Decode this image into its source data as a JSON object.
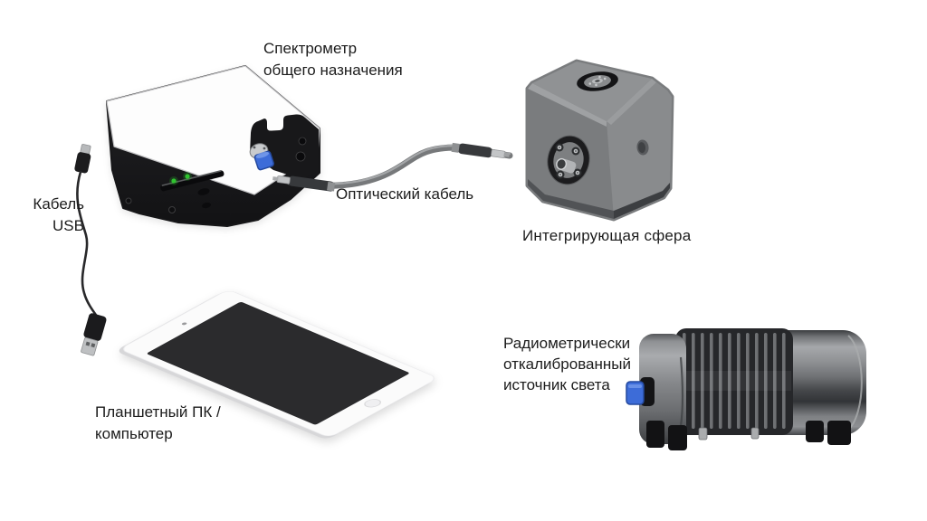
{
  "diagram": {
    "background": "#ffffff",
    "colors": {
      "text": "#1c1c1c",
      "device_black": "#1b1b1d",
      "lid_white": "#fdfdfd",
      "sphere_front": "#7a7c7e",
      "sphere_top": "#909294",
      "sphere_right": "#898b8d",
      "blue_connector": "#3d6cd8",
      "led_green": "#2fc32f",
      "cable_gray": "#77797b",
      "fin_dark": "#26272a",
      "tablet_white": "#fbfbfb",
      "screen_dark": "#2b2b2d"
    },
    "labels": {
      "spectrometer": {
        "line1": "Спектрометр",
        "line2": "общего назначения"
      },
      "usb": {
        "line1": "Кабель",
        "line2": "USB"
      },
      "optical": {
        "text": "Оптический кабель"
      },
      "sphere": {
        "text": "Интегрирующая сфера"
      },
      "tablet": {
        "line1": "Планшетный ПК /",
        "line2": "компьютер"
      },
      "light_source": {
        "line1": "Радиометрически",
        "line2": "откалиброванный",
        "line3": "источник света"
      }
    }
  }
}
